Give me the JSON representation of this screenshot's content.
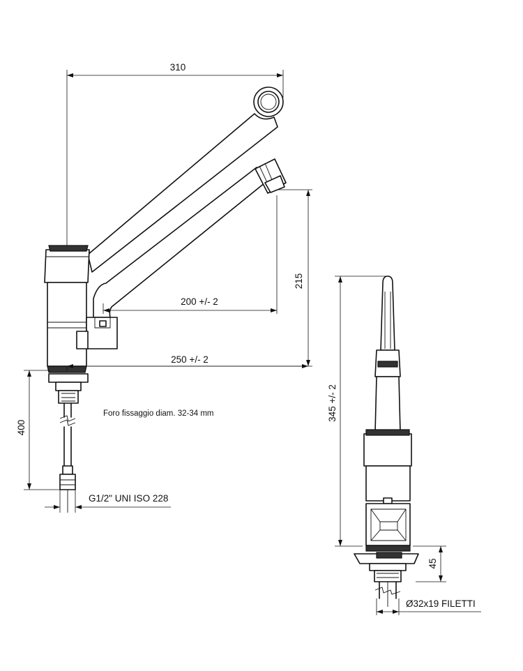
{
  "side_view": {
    "dim_width": "310",
    "dim_height_spout": "215",
    "dim_reach_spout": "200 +/- 2",
    "dim_reach_total": "250 +/- 2",
    "dim_hose_length": "400",
    "fixing_hole_note": "Foro fissaggio diam. 32-34 mm",
    "hose_connection": "G1/2\" UNI ISO 228"
  },
  "front_view": {
    "dim_total_height": "345 +/- 2",
    "dim_base_height": "45",
    "thread_note": "Ø32x19 FILETTI"
  }
}
